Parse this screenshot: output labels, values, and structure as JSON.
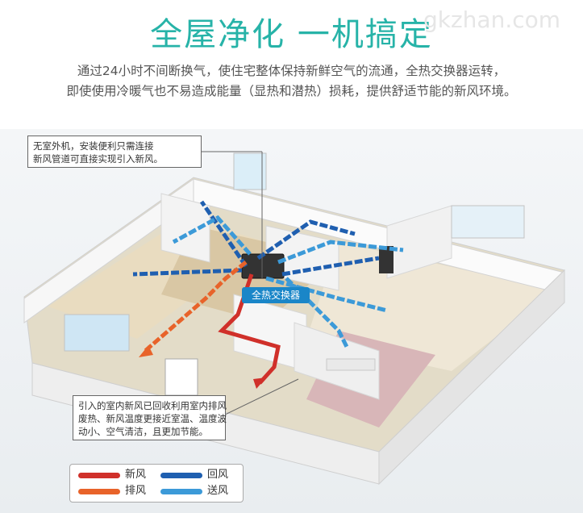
{
  "title": "全屋净化 一机搞定",
  "watermark": "gkzhan.com",
  "intro": [
    "通过24小时不间断换气，使住宅整体保持新鲜空气的流通，全热交换器运转，",
    "即使使用冷暖气也不易造成能量（显热和潜热）损耗，提供舒适节能的新风环境。"
  ],
  "callouts": {
    "top": [
      "无室外机，安装便利只需连接",
      "新风管道可直接实现引入新风。"
    ],
    "bottom": [
      "引入的室内新风已回收利用室内排风",
      "废热、新风温度更接近室温、温度波",
      "动小、空气清洁，且更加节能。"
    ]
  },
  "unit_label": "全热交换器",
  "legend": [
    {
      "label": "新风",
      "color": "#d0302a"
    },
    {
      "label": "回风",
      "color": "#1f5fb0"
    },
    {
      "label": "排风",
      "color": "#e8632a"
    },
    {
      "label": "送风",
      "color": "#3c9ad8"
    }
  ],
  "colors": {
    "accent": "#27b3a8",
    "unit": "#1a86c8"
  }
}
